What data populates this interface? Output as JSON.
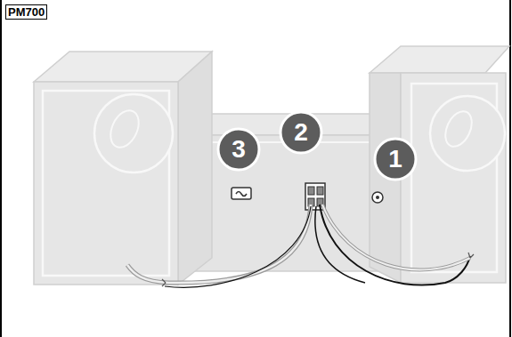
{
  "diagram": {
    "labels": [
      "PM700",
      "3",
      "2",
      "1"
    ]
  }
}
